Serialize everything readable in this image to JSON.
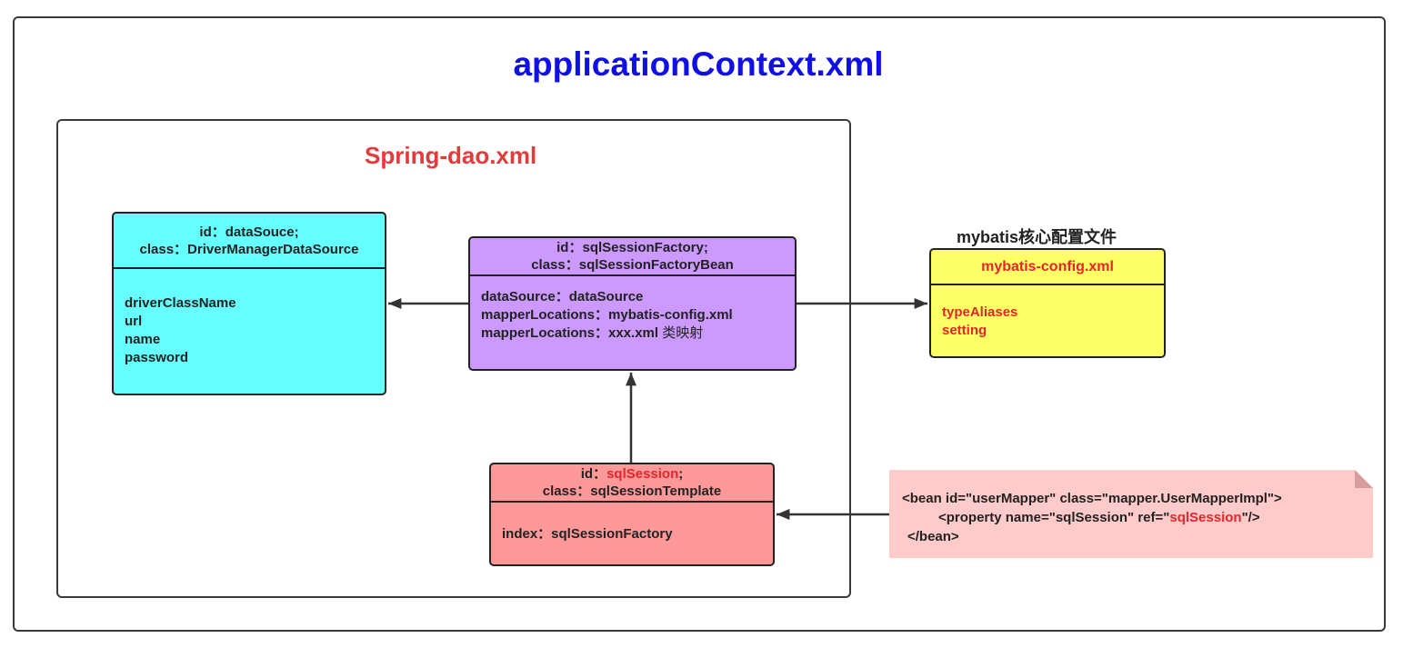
{
  "outer_title": "applicationContext.xml",
  "inner_title": "Spring-dao.xml",
  "datasource": {
    "head": [
      "id：dataSouce;",
      "class：DriverManagerDataSource"
    ],
    "fields": [
      "driverClassName",
      "url",
      "name",
      "password"
    ]
  },
  "factory": {
    "head": [
      "id：sqlSessionFactory;",
      "class：sqlSessionFactoryBean"
    ],
    "props": [
      "dataSource：dataSource",
      "mapperLocations：mybatis-config.xml"
    ],
    "mapper_prefix": "mapperLocations：xxx.xml ",
    "mapper_note": "类映射"
  },
  "template": {
    "id_prefix": "id：",
    "id_value": "sqlSession",
    "id_suffix": ";",
    "class_line": "class：sqlSessionTemplate",
    "index_line": "index：sqlSessionFactory"
  },
  "mybatis": {
    "label": "mybatis核心配置文件",
    "head": "mybatis-config.xml",
    "items": [
      "typeAliases",
      "setting"
    ]
  },
  "note": {
    "line1": "<bean id=\"userMapper\" class=\"mapper.UserMapperImpl\">",
    "line2_prefix": "<property name=\"sqlSession\"  ref=\"",
    "line2_ref": "sqlSession",
    "line2_suffix": "\"/>",
    "line3": "</bean>"
  },
  "colors": {
    "outer_title": "#1010e6",
    "inner_title": "#e33a3a",
    "datasource_fill": "#66ffff",
    "factory_fill": "#cc99ff",
    "template_fill": "#ff9999",
    "mybatis_fill": "#ffff66",
    "note_fill": "#ffcaca",
    "highlight_text": "#e3262b"
  }
}
